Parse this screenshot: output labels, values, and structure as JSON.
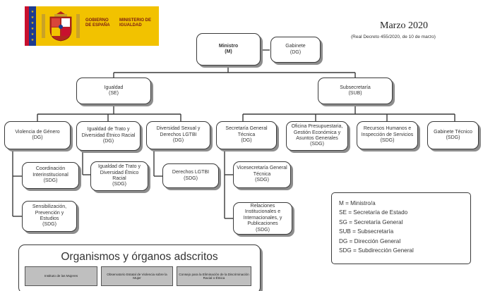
{
  "header": {
    "logo": {
      "government": "GOBIERNO DE ESPAÑA",
      "ministry": "MINISTERIO DE IGUALDAD"
    },
    "date_title": "Marzo 2020",
    "decree": "(Real Decreto 455/2020, de 10 de marzo)"
  },
  "nodes": {
    "ministro": {
      "title": "Ministro",
      "code": "(M)"
    },
    "gabinete": {
      "title": "Gabinete",
      "code": "(DG)"
    },
    "igualdad": {
      "title": "Igualdad",
      "code": "(SE)"
    },
    "subsecretaria": {
      "title": "Subsecretaría",
      "code": "(SUB)"
    },
    "violencia": {
      "title": "Violencia de Género",
      "code": "(DG)"
    },
    "igualdad_trato": {
      "title": "Igualdad de Trato y Diversidad Étnico Racial",
      "code": "(DG)"
    },
    "diversidad_sexual": {
      "title": "Diversidad Sexual y Derechos LGTBI",
      "code": "(DG)"
    },
    "secretaria_general": {
      "title": "Secretaría General Técnica",
      "code": "(DG)"
    },
    "oficina_presupuestaria": {
      "title": "Oficina Presupuestaria, Gestión Económica y Asuntos Generales",
      "code": "(SDG)"
    },
    "recursos_humanos": {
      "title": "Recursos Humanos e Inspección de Servicios",
      "code": "(SDG)"
    },
    "gabinete_tecnico": {
      "title": "Gabinete Técnico",
      "code": "(SDG)"
    },
    "coordinacion": {
      "title": "Coordinación Interinstitucional",
      "code": "(SDG)"
    },
    "sensibilizacion": {
      "title": "Sensibilización, Prevención y Estudios",
      "code": "(SDG)"
    },
    "igualdad_trato_sdg": {
      "title": "Igualdad de Trato y Diversidad Étnico Racial",
      "code": "(SDG)"
    },
    "derechos_lgtbi": {
      "title": "Derechos LGTBI",
      "code": "(SDG)"
    },
    "vicesecretaria": {
      "title": "Vicesecretaría General Técnica",
      "code": "(SDG)"
    },
    "relaciones": {
      "title": "Relaciones Institucionales e Internacionales, y Publicaciones",
      "code": "(SDG)"
    }
  },
  "legend": [
    "M = Ministro/a",
    "SE = Secretaría de Estado",
    "SG = Secretaría General",
    "SUB = Subsecretaría",
    "DG = Dirección General",
    "SDG = Subdirección General"
  ],
  "organismos": {
    "title": "Organismos y órganos adscritos",
    "items": [
      "Instituto de las Mujeres",
      "Observatorio Estatal de Violencia sobre la Mujer",
      "Consejo para la Eliminación de la Discriminación Racial o Étnica"
    ]
  },
  "colors": {
    "box_border": "#3a3a3a",
    "box_shadow": "#8d8d8d",
    "logo_yellow": "#f2c200",
    "logo_text": "#7a1a14",
    "organismo_fill": "#bfbfbf"
  }
}
